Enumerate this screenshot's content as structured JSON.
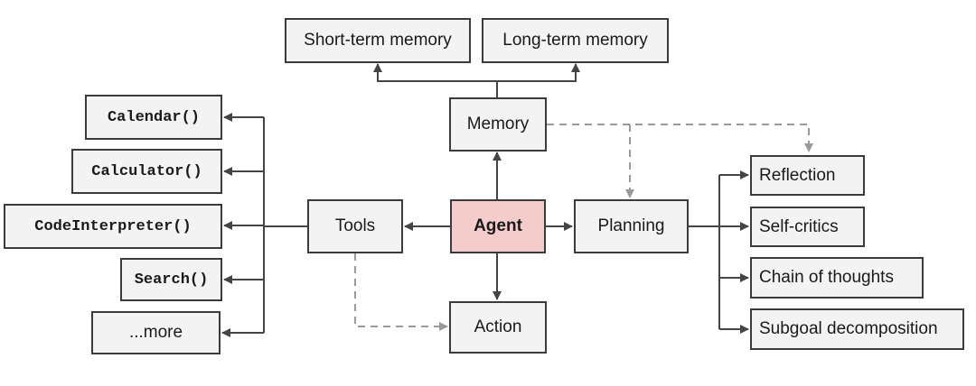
{
  "nodes": {
    "short_term_memory": "Short-term memory",
    "long_term_memory": "Long-term memory",
    "memory": "Memory",
    "agent": "Agent",
    "tools": "Tools",
    "planning": "Planning",
    "action": "Action",
    "calendar": "Calendar()",
    "calculator": "Calculator()",
    "code_interpreter": "CodeInterpreter()",
    "search": "Search()",
    "more": "...more",
    "reflection": "Reflection",
    "self_critics": "Self-critics",
    "chain_of_thoughts": "Chain of thoughts",
    "subgoal_decomposition": "Subgoal decomposition"
  },
  "colors": {
    "agent_fill": "#f4cccc",
    "node_fill": "#f3f3f3",
    "border": "#3b3b3b",
    "edge": "#444444",
    "dashed_edge": "#9a9a9a"
  }
}
